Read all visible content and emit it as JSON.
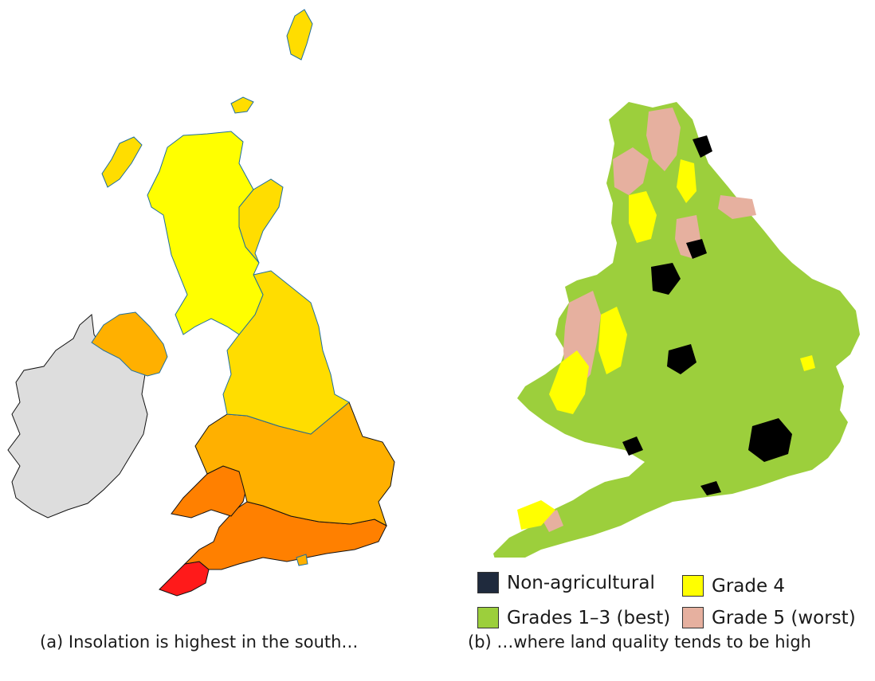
{
  "panel_a": {
    "caption": "(a) Insolation is highest in the south…",
    "colors": {
      "ireland": "#dddddd",
      "band_north": "#ffff00",
      "band_mid_north": "#ffdd00",
      "band_mid": "#ffb000",
      "band_south": "#ff8000",
      "band_far_south": "#ff1a1a",
      "coast_outline": "#1f6f9e"
    }
  },
  "panel_b": {
    "caption": "(b) …where land quality tends to be high",
    "colors": {
      "non_agricultural": "#000000",
      "grades_1_3": "#9ccf3c",
      "grade_4": "#ffff00",
      "grade_5": "#e6b09f"
    },
    "legend": [
      {
        "label": "Non-agricultural",
        "color": "#1f2a3d"
      },
      {
        "label": "Grade 4",
        "color": "#ffff00"
      },
      {
        "label": "Grades 1–3 (best)",
        "color": "#9ccf3c"
      },
      {
        "label": "Grade 5 (worst)",
        "color": "#e6b09f"
      }
    ]
  }
}
